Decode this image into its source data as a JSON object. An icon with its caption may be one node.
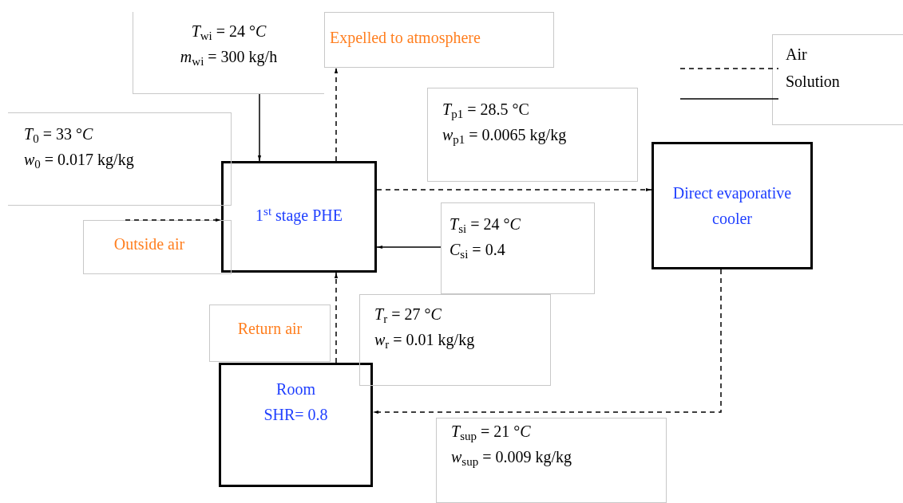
{
  "diagram": {
    "nodes": [
      {
        "text": [
          "1$^{st}$ stage PHE"
        ]
      },
      {
        "text": [
          "Direct evaporative cooler"
        ]
      },
      {
        "text": [
          "Room",
          "SHR= 0.8"
        ]
      },
      {
        "text": [
          "Outside air"
        ]
      },
      {
        "text": [
          "Expelled to atmosphere"
        ]
      },
      {
        "text": [
          "Return air"
        ]
      },
      {
        "text": [
          "*T*$_{wi}$ = 24 °*C*",
          "*m*$_{wi}$ = 300 kg/h"
        ]
      },
      {
        "text": [
          "*T*$_{0}$ = 33 °*C*",
          "*w*$_{0}$ = 0.017 kg/kg"
        ]
      },
      {
        "text": [
          "*T*$_{p1}$ = 28.5 °C",
          "*w*$_{p1}$ = 0.0065 kg/kg"
        ]
      },
      {
        "text": [
          "*T*$_{si}$ = 24 °*C*",
          "*C*$_{si}$ = 0.4"
        ]
      },
      {
        "text": [
          "*T*$_{r}$ = 27 °*C*",
          "*w*$_{r}$ = 0.01 kg/kg"
        ]
      },
      {
        "text": [
          "*T*$_{sup}$ = 21 °*C*",
          "*w*$_{sup}$ = 0.009 kg/kg"
        ]
      }
    ],
    "edges": [
      {
        "from": 6,
        "to": 0,
        "arrow": "to"
      },
      {
        "from": 0,
        "to": 4,
        "arrow": "to",
        "style": "dashed"
      },
      {
        "from": 3,
        "to": 0,
        "arrow": "to",
        "style": "dashed"
      },
      {
        "from": 9,
        "to": 0,
        "arrow": "to"
      },
      {
        "from": 0,
        "to": 1,
        "arrow": "to",
        "style": "dashed"
      },
      {
        "from": 2,
        "to": 0,
        "arrow": "to",
        "style": "dashed"
      },
      {
        "from": 1,
        "to": 2,
        "arrow": "to",
        "style": "dashed"
      }
    ],
    "legend": [
      {
        "text": "Air"
      },
      {
        "text": "Solution"
      }
    ]
  }
}
